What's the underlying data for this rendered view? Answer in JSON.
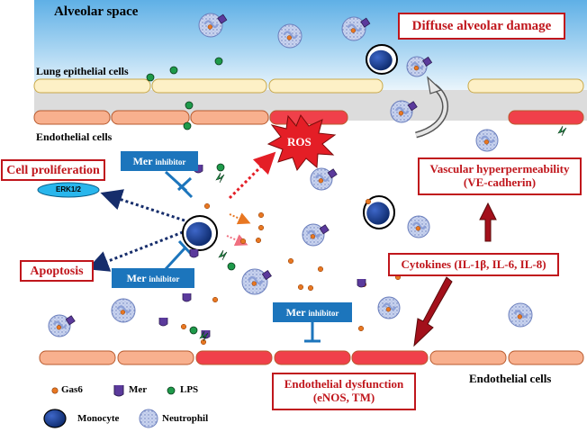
{
  "regions": {
    "alveolar_space": "Alveolar space",
    "lung_epithelial": "Lung epithelial cells",
    "endothelial_top": "Endothelial cells",
    "endothelial_bottom": "Endothelial cells"
  },
  "outcomes": {
    "diffuse_damage": "Diffuse alveolar damage",
    "cell_proliferation": "Cell proliferation",
    "apoptosis": "Apoptosis",
    "ros": "ROS",
    "vascular_line1": "Vascular hyperpermeability",
    "vascular_line2": "(VE-cadherin)",
    "cytokines": "Cytokines (IL-1β, IL-6, IL-8)",
    "endo_dys_line1": "Endothelial dysfunction",
    "endo_dys_line2": "(eNOS, TM)"
  },
  "inhibitors": {
    "mer": "Mer",
    "suffix": "inhibitor"
  },
  "signal": {
    "erk": "ERK1/2"
  },
  "legend": {
    "gas6": "Gas6",
    "mer": "Mer",
    "lps": "LPS",
    "monocyte": "Monocyte",
    "neutrophil": "Neutrophil"
  },
  "colors": {
    "sky_top": "#5fb0e6",
    "sky_bottom": "#ffffff",
    "grey_band": "#dcdcdc",
    "epithelial": "#fdf0c6",
    "endothelial": "#f8b08e",
    "endothelial_damaged": "#f0404a",
    "alert_red": "#c0161c",
    "inhibitor_blue": "#1c75bc",
    "gas6": "#e87722",
    "mer": "#5b3a9c",
    "lps": "#1e9a4a",
    "monocyte": "#163d8c",
    "neutrophil": "#c9d3ee"
  }
}
